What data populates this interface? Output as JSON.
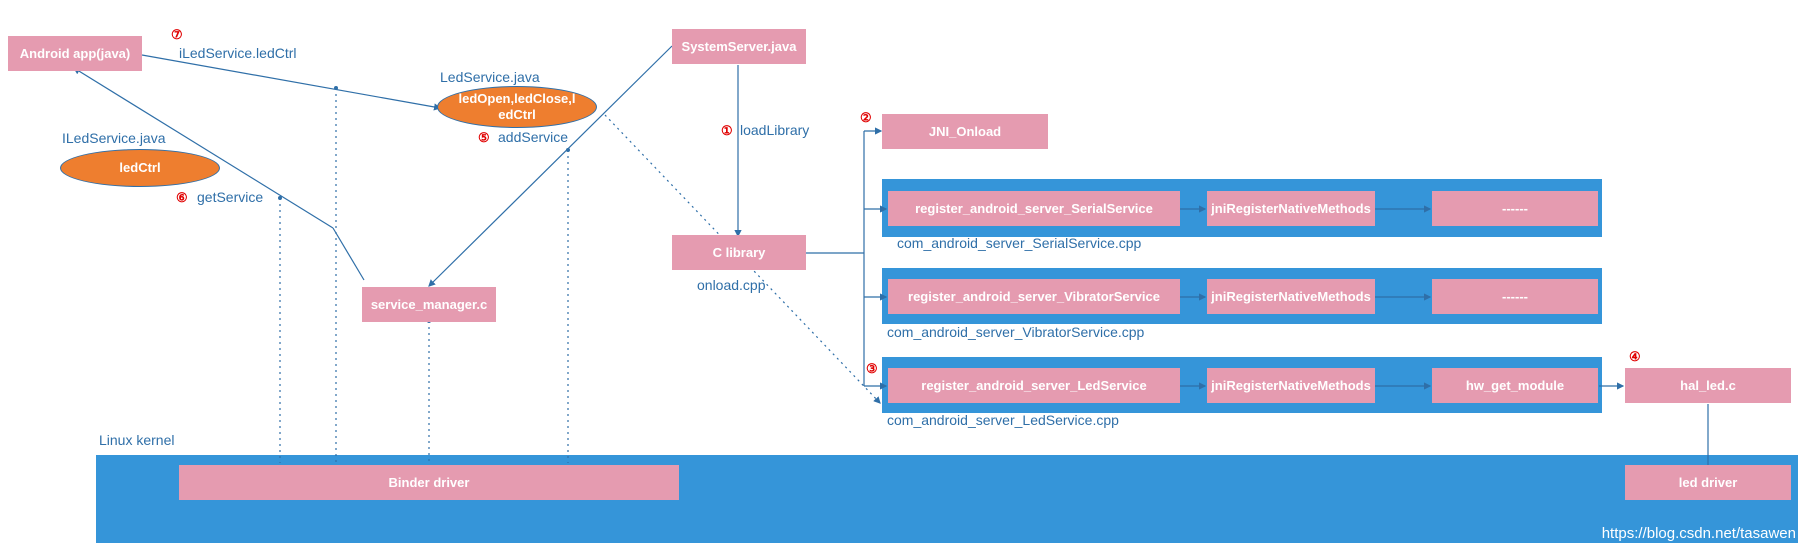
{
  "nodes": {
    "android_app": "Android app(java)",
    "system_server": "SystemServer.java",
    "led_service_oval": "ledOpen,ledClose,ledCtrl",
    "iled_oval": "ledCtrl",
    "jni_onload": "JNI_Onload",
    "c_library": "C library",
    "service_manager": "service_manager.c",
    "reg_serial": "register_android_server_SerialService",
    "reg_vibrator": "register_android_server_VibratorService",
    "reg_led": "register_android_server_LedService",
    "jni_reg_1": "jniRegisterNativeMethods",
    "jni_reg_2": "jniRegisterNativeMethods",
    "jni_reg_3": "jniRegisterNativeMethods",
    "dots_1": "------",
    "dots_2": "------",
    "hw_get_module": "hw_get_module",
    "hal_led": "hal_led.c",
    "binder_driver": "Binder driver",
    "led_driver": "led driver"
  },
  "labels": {
    "iled_ctrl_call": "iLedService.ledCtrl",
    "led_service_java": "LedService.java",
    "iled_service_java": "ILedService.java",
    "add_service": "addService",
    "get_service": "getService",
    "load_library": "loadLibrary",
    "onload_cpp": "onload.cpp",
    "serial_cpp": "com_android_server_SerialService.cpp",
    "vibrator_cpp": "com_android_server_VibratorService.cpp",
    "led_cpp": "com_android_server_LedService.cpp",
    "linux_kernel": "Linux kernel"
  },
  "markers": {
    "m1": "①",
    "m2": "②",
    "m3": "③",
    "m4": "④",
    "m5": "⑤",
    "m6": "⑥",
    "m7": "⑦"
  },
  "watermark": "https://blog.csdn.net/tasawen",
  "colors": {
    "box": "#e59bb0",
    "band": "#3595d9",
    "oval": "#ee7e2f",
    "line": "#2f6fa8",
    "marker": "#e00000"
  }
}
